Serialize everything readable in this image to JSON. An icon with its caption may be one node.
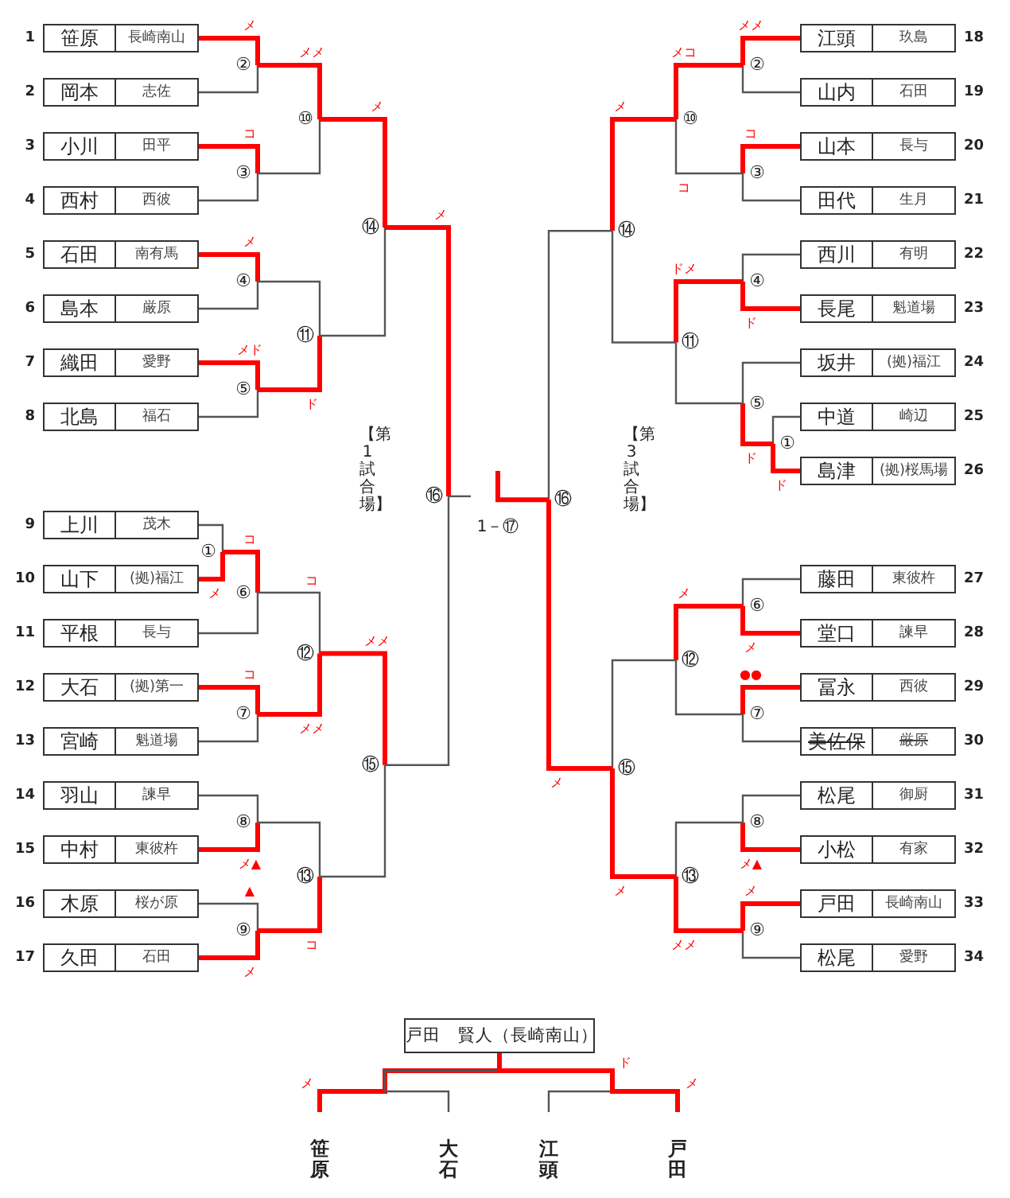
{
  "diagram": {
    "nodes": [
      {
        "text": [
          "笹原",
          "長崎南山"
        ],
        "beside": [
          "1"
        ]
      },
      {
        "text": [
          "岡本",
          "志佐"
        ],
        "beside": [
          "2"
        ]
      },
      {
        "text": [
          "小川",
          "田平"
        ],
        "beside": [
          "3"
        ]
      },
      {
        "text": [
          "西村",
          "西彼"
        ],
        "beside": [
          "4"
        ]
      },
      {
        "text": [
          "石田",
          "南有馬"
        ],
        "beside": [
          "5"
        ]
      },
      {
        "text": [
          "島本",
          "厳原"
        ],
        "beside": [
          "6"
        ]
      },
      {
        "text": [
          "織田",
          "愛野"
        ],
        "beside": [
          "7"
        ]
      },
      {
        "text": [
          "北島",
          "福石"
        ],
        "beside": [
          "8"
        ]
      },
      {
        "text": [
          "上川",
          "茂木"
        ],
        "beside": [
          "9"
        ]
      },
      {
        "text": [
          "山下",
          "(拠)福江"
        ],
        "beside": [
          "10"
        ]
      },
      {
        "text": [
          "平根",
          "長与"
        ],
        "beside": [
          "11"
        ]
      },
      {
        "text": [
          "大石",
          "(拠)第一"
        ],
        "beside": [
          "12"
        ]
      },
      {
        "text": [
          "宮崎",
          "魁道場"
        ],
        "beside": [
          "13"
        ]
      },
      {
        "text": [
          "羽山",
          "諫早"
        ],
        "beside": [
          "14"
        ]
      },
      {
        "text": [
          "中村",
          "東彼杵"
        ],
        "beside": [
          "15"
        ]
      },
      {
        "text": [
          "木原",
          "桜が原"
        ],
        "beside": [
          "16"
        ]
      },
      {
        "text": [
          "久田",
          "石田"
        ],
        "beside": [
          "17"
        ]
      },
      {
        "text": [
          "江頭",
          "玖島"
        ],
        "beside": [
          "18"
        ]
      },
      {
        "text": [
          "山内",
          "石田"
        ],
        "beside": [
          "19"
        ]
      },
      {
        "text": [
          "山本",
          "長与"
        ],
        "beside": [
          "20"
        ]
      },
      {
        "text": [
          "田代",
          "生月"
        ],
        "beside": [
          "21"
        ]
      },
      {
        "text": [
          "西川",
          "有明"
        ],
        "beside": [
          "22"
        ]
      },
      {
        "text": [
          "長尾",
          "魁道場"
        ],
        "beside": [
          "23"
        ]
      },
      {
        "text": [
          "坂井",
          "(拠)福江"
        ],
        "beside": [
          "24"
        ]
      },
      {
        "text": [
          "中道",
          "崎辺"
        ],
        "beside": [
          "25"
        ]
      },
      {
        "text": [
          "島津",
          "(拠)桜馬場"
        ],
        "beside": [
          "26"
        ]
      },
      {
        "text": [
          "藤田",
          "東彼杵"
        ],
        "beside": [
          "27"
        ]
      },
      {
        "text": [
          "堂口",
          "諫早"
        ],
        "beside": [
          "28"
        ]
      },
      {
        "text": [
          "冨永",
          "西彼"
        ],
        "beside": [
          "29"
        ]
      },
      {
        "text": [
          "美佐保",
          "厳原"
        ],
        "beside": [
          "30"
        ]
      },
      {
        "text": [
          "松尾",
          "御厨"
        ],
        "beside": [
          "31"
        ]
      },
      {
        "text": [
          "小松",
          "有家"
        ],
        "beside": [
          "32"
        ]
      },
      {
        "text": [
          "戸田",
          "長崎南山"
        ],
        "beside": [
          "33"
        ]
      },
      {
        "text": [
          "松尾",
          "愛野"
        ],
        "beside": [
          "34"
        ]
      },
      {
        "text": [
          "①"
        ]
      },
      {
        "text": [
          "②"
        ]
      },
      {
        "text": [
          "③"
        ]
      },
      {
        "text": [
          "④"
        ]
      },
      {
        "text": [
          "⑤"
        ]
      },
      {
        "text": [
          "⑥"
        ]
      },
      {
        "text": [
          "⑦"
        ]
      },
      {
        "text": [
          "⑧"
        ]
      },
      {
        "text": [
          "⑨"
        ]
      },
      {
        "text": [
          "⑩"
        ]
      },
      {
        "text": [
          "⑪"
        ]
      },
      {
        "text": [
          "⑫"
        ]
      },
      {
        "text": [
          "⑬"
        ]
      },
      {
        "text": [
          "⑭"
        ]
      },
      {
        "text": [
          "⑮"
        ]
      },
      {
        "text": [
          "⑯"
        ]
      },
      {
        "text": [
          "①"
        ]
      },
      {
        "text": [
          "②"
        ]
      },
      {
        "text": [
          "③"
        ]
      },
      {
        "text": [
          "④"
        ]
      },
      {
        "text": [
          "⑤"
        ]
      },
      {
        "text": [
          "⑥"
        ]
      },
      {
        "text": [
          "⑦"
        ]
      },
      {
        "text": [
          "⑧"
        ]
      },
      {
        "text": [
          "⑨"
        ]
      },
      {
        "text": [
          "⑩"
        ]
      },
      {
        "text": [
          "⑪"
        ]
      },
      {
        "text": [
          "⑫"
        ]
      },
      {
        "text": [
          "⑬"
        ]
      },
      {
        "text": [
          "⑭"
        ]
      },
      {
        "text": [
          "⑮"
        ]
      },
      {
        "text": [
          "⑯"
        ]
      },
      {
        "text": [
          "1－⑰"
        ]
      },
      {
        "text": [
          "戸田　賢人（長崎南山）"
        ]
      },
      {
        "text": [
          "笹原"
        ]
      },
      {
        "text": [
          "大石"
        ]
      },
      {
        "text": [
          "江頭"
        ]
      },
      {
        "text": [
          "戸田"
        ]
      }
    ],
    "edges": [
      {
        "from": 0,
        "to": 35,
        "arrow": "none",
        "label": "メ",
        "style": "thick",
        "color": "#ff0000"
      },
      {
        "from": 1,
        "to": 35,
        "arrow": "none",
        "color": "#555555"
      },
      {
        "from": 2,
        "to": 36,
        "arrow": "none",
        "label": "コ",
        "style": "thick",
        "color": "#ff0000"
      },
      {
        "from": 3,
        "to": 36,
        "arrow": "none",
        "color": "#555555"
      },
      {
        "from": 4,
        "to": 37,
        "arrow": "none",
        "label": "メ",
        "style": "thick",
        "color": "#ff0000"
      },
      {
        "from": 5,
        "to": 37,
        "arrow": "none",
        "color": "#555555"
      },
      {
        "from": 6,
        "to": 38,
        "arrow": "none",
        "label": "メド",
        "style": "thick",
        "color": "#ff0000"
      },
      {
        "from": 7,
        "to": 38,
        "arrow": "none",
        "color": "#555555"
      },
      {
        "from": 8,
        "to": 34,
        "arrow": "none",
        "color": "#555555"
      },
      {
        "from": 9,
        "to": 34,
        "arrow": "none",
        "label": "メ",
        "style": "thick",
        "color": "#ff0000"
      },
      {
        "from": 34,
        "to": 39,
        "arrow": "none",
        "label": "コ",
        "style": "thick",
        "color": "#ff0000"
      },
      {
        "from": 10,
        "to": 39,
        "arrow": "none",
        "color": "#555555"
      },
      {
        "from": 11,
        "to": 40,
        "arrow": "none",
        "label": "コ",
        "style": "thick",
        "color": "#ff0000"
      },
      {
        "from": 12,
        "to": 40,
        "arrow": "none",
        "color": "#555555"
      },
      {
        "from": 13,
        "to": 41,
        "arrow": "none",
        "color": "#555555"
      },
      {
        "from": 14,
        "to": 41,
        "arrow": "none",
        "label": "メ▲",
        "style": "thick",
        "color": "#ff0000"
      },
      {
        "from": 15,
        "to": 42,
        "arrow": "none",
        "label": "▲",
        "color": "#555555"
      },
      {
        "from": 16,
        "to": 42,
        "arrow": "none",
        "label": "メ",
        "style": "thick",
        "color": "#ff0000"
      },
      {
        "from": 35,
        "to": 43,
        "arrow": "none",
        "label": "メメ",
        "style": "thick",
        "color": "#ff0000"
      },
      {
        "from": 36,
        "to": 43,
        "arrow": "none",
        "color": "#555555"
      },
      {
        "from": 37,
        "to": 44,
        "arrow": "none",
        "color": "#555555"
      },
      {
        "from": 38,
        "to": 44,
        "arrow": "none",
        "label": "ド",
        "style": "thick",
        "color": "#ff0000"
      },
      {
        "from": 39,
        "to": 45,
        "arrow": "none",
        "label": "コ",
        "color": "#555555"
      },
      {
        "from": 40,
        "to": 45,
        "arrow": "none",
        "label": "メメ",
        "style": "thick",
        "color": "#ff0000"
      },
      {
        "from": 41,
        "to": 46,
        "arrow": "none",
        "color": "#555555"
      },
      {
        "from": 42,
        "to": 46,
        "arrow": "none",
        "label": "コ",
        "style": "thick",
        "color": "#ff0000"
      },
      {
        "from": 43,
        "to": 47,
        "arrow": "none",
        "label": "メ",
        "style": "thick",
        "color": "#ff0000"
      },
      {
        "from": 44,
        "to": 47,
        "arrow": "none",
        "color": "#555555"
      },
      {
        "from": 45,
        "to": 48,
        "arrow": "none",
        "label": "メメ",
        "style": "thick",
        "color": "#ff0000"
      },
      {
        "from": 46,
        "to": 48,
        "arrow": "none",
        "color": "#555555"
      },
      {
        "from": 47,
        "to": 49,
        "arrow": "none",
        "label": "メ",
        "style": "thick",
        "color": "#ff0000"
      },
      {
        "from": 48,
        "to": 49,
        "arrow": "none",
        "color": "#555555"
      },
      {
        "from": 49,
        "to": 66,
        "arrow": "none",
        "color": "#555555"
      },
      {
        "from": 17,
        "to": 51,
        "arrow": "none",
        "label": "メメ",
        "style": "thick",
        "color": "#ff0000"
      },
      {
        "from": 18,
        "to": 51,
        "arrow": "none",
        "color": "#555555"
      },
      {
        "from": 19,
        "to": 52,
        "arrow": "none",
        "label": "コ",
        "style": "thick",
        "color": "#ff0000"
      },
      {
        "from": 20,
        "to": 52,
        "arrow": "none",
        "color": "#555555"
      },
      {
        "from": 21,
        "to": 53,
        "arrow": "none",
        "color": "#555555"
      },
      {
        "from": 22,
        "to": 53,
        "arrow": "none",
        "label": "ド",
        "style": "thick",
        "color": "#ff0000"
      },
      {
        "from": 23,
        "to": 54,
        "arrow": "none",
        "color": "#555555"
      },
      {
        "from": 24,
        "to": 50,
        "arrow": "none",
        "color": "#555555"
      },
      {
        "from": 25,
        "to": 50,
        "arrow": "none",
        "label": "ド",
        "style": "thick",
        "color": "#ff0000"
      },
      {
        "from": 50,
        "to": 54,
        "arrow": "none",
        "label": "ド",
        "style": "thick",
        "color": "#ff0000"
      },
      {
        "from": 26,
        "to": 55,
        "arrow": "none",
        "color": "#555555"
      },
      {
        "from": 27,
        "to": 55,
        "arrow": "none",
        "label": "メ",
        "style": "thick",
        "color": "#ff0000"
      },
      {
        "from": 28,
        "to": 56,
        "arrow": "none",
        "label": "●●",
        "style": "thick",
        "color": "#ff0000"
      },
      {
        "from": 29,
        "to": 56,
        "arrow": "none",
        "color": "#555555"
      },
      {
        "from": 30,
        "to": 57,
        "arrow": "none",
        "color": "#555555"
      },
      {
        "from": 31,
        "to": 57,
        "arrow": "none",
        "label": "メ▲",
        "style": "thick",
        "color": "#ff0000"
      },
      {
        "from": 32,
        "to": 58,
        "arrow": "none",
        "label": "メ",
        "style": "thick",
        "color": "#ff0000"
      },
      {
        "from": 33,
        "to": 58,
        "arrow": "none",
        "color": "#555555"
      },
      {
        "from": 51,
        "to": 59,
        "arrow": "none",
        "label": "メコ",
        "style": "thick",
        "color": "#ff0000"
      },
      {
        "from": 52,
        "to": 59,
        "arrow": "none",
        "label": "コ",
        "color": "#555555"
      },
      {
        "from": 53,
        "to": 60,
        "arrow": "none",
        "label": "ドメ",
        "style": "thick",
        "color": "#ff0000"
      },
      {
        "from": 54,
        "to": 60,
        "arrow": "none",
        "color": "#555555"
      },
      {
        "from": 55,
        "to": 61,
        "arrow": "none",
        "label": "メ",
        "style": "thick",
        "color": "#ff0000"
      },
      {
        "from": 56,
        "to": 61,
        "arrow": "none",
        "color": "#555555"
      },
      {
        "from": 57,
        "to": 62,
        "arrow": "none",
        "color": "#555555"
      },
      {
        "from": 58,
        "to": 62,
        "arrow": "none",
        "label": "メメ",
        "style": "thick",
        "color": "#ff0000"
      },
      {
        "from": 59,
        "to": 63,
        "arrow": "none",
        "label": "メ",
        "style": "thick",
        "color": "#ff0000"
      },
      {
        "from": 60,
        "to": 63,
        "arrow": "none",
        "color": "#555555"
      },
      {
        "from": 61,
        "to": 64,
        "arrow": "none",
        "color": "#555555"
      },
      {
        "from": 62,
        "to": 64,
        "arrow": "none",
        "label": "メ",
        "style": "thick",
        "color": "#ff0000"
      },
      {
        "from": 63,
        "to": 65,
        "arrow": "none",
        "color": "#555555"
      },
      {
        "from": 64,
        "to": 65,
        "arrow": "none",
        "label": "メ",
        "style": "thick",
        "color": "#ff0000"
      },
      {
        "from": 65,
        "to": 66,
        "arrow": "none",
        "style": "thick",
        "color": "#ff0000"
      },
      {
        "from": 68,
        "to": 67,
        "arrow": "none",
        "label": "メ",
        "style": "thick",
        "color": "#ff0000"
      },
      {
        "from": 69,
        "to": 67,
        "arrow": "none",
        "color": "#555555"
      },
      {
        "from": 70,
        "to": 67,
        "arrow": "none",
        "color": "#555555"
      },
      {
        "from": 71,
        "to": 67,
        "arrow": "none",
        "label": "メ",
        "style": "thick",
        "color": "#ff0000"
      }
    ],
    "labels": [
      "【第1試合場】",
      "【第3試合場】",
      "ド"
    ]
  }
}
